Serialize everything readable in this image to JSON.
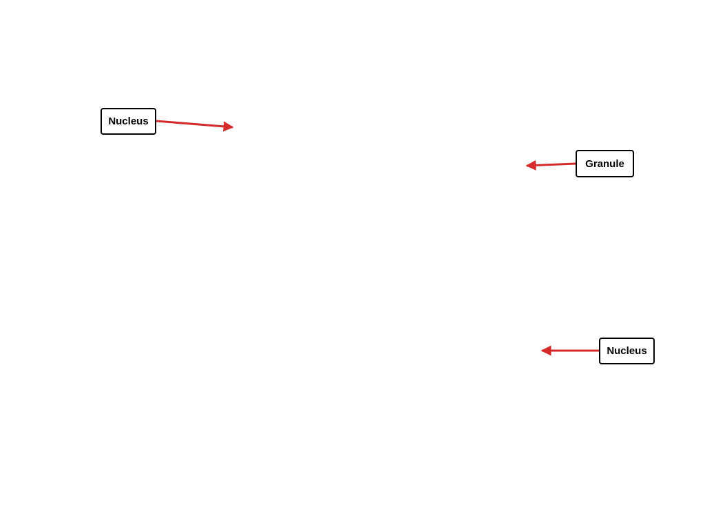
{
  "annotation_color": "#d42a2a",
  "labels": [
    {
      "id": "nucleus-1",
      "text": "Nucleus"
    },
    {
      "id": "granule",
      "text": "Granule"
    },
    {
      "id": "nucleus-2",
      "text": "Nucleus"
    }
  ]
}
